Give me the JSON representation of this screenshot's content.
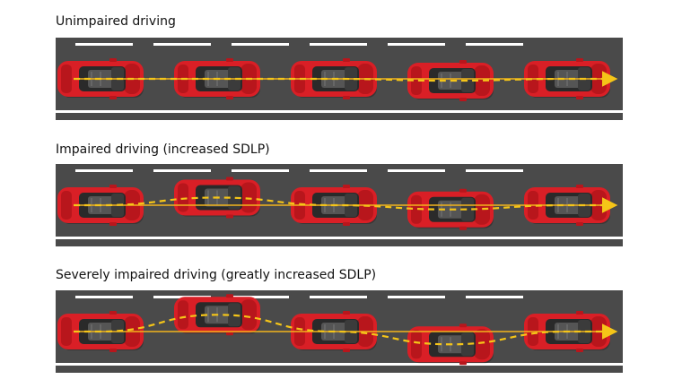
{
  "panels": [
    {
      "title": "Unimpaired driving",
      "car_offsets": [
        0,
        0,
        0,
        0.06,
        0
      ]
    },
    {
      "title": "Impaired driving (increased SDLP)",
      "car_offsets": [
        0,
        -0.25,
        0,
        0.14,
        0
      ]
    },
    {
      "title": "Severely impaired driving (greatly increased SDLP)",
      "car_offsets": [
        0,
        -0.55,
        0,
        0.42,
        0
      ]
    }
  ],
  "colors": {
    "road": "#4a4a4a",
    "lane_marking": "#ffffff",
    "car_body": "#d91f26",
    "reference_line": "#f2b41c",
    "path_line": "#f5c518"
  },
  "legend_icons": [
    "car-icon",
    "straight-reference-line",
    "dashed-path-arrow"
  ]
}
